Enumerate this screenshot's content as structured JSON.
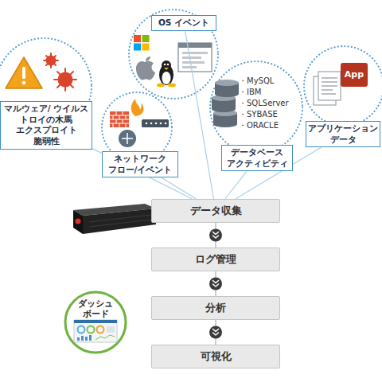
{
  "diagram": {
    "nodes": [
      {
        "text": [
          "マルウェア/ ウイルス トロイの木馬 エクスプロイト 脆弱性"
        ]
      },
      {
        "text": [
          "ネットワーク フロー/イベント"
        ]
      },
      {
        "text": [
          "OS イベント"
        ]
      },
      {
        "text": [
          "データベース アクティビティ"
        ]
      },
      {
        "text": [
          "アプリケーション データ"
        ]
      },
      {
        "text": [
          "データ収集"
        ]
      },
      {
        "text": [
          "ログ管理"
        ]
      },
      {
        "text": [
          "分析"
        ]
      },
      {
        "text": [
          "可視化"
        ]
      },
      {
        "text": [
          "ダッシュ ボード"
        ]
      }
    ],
    "edges": [
      {
        "from": 0,
        "to": 5,
        "arrow": "none"
      },
      {
        "from": 1,
        "to": 5,
        "arrow": "none"
      },
      {
        "from": 2,
        "to": 5,
        "arrow": "none"
      },
      {
        "from": 3,
        "to": 5,
        "arrow": "none"
      },
      {
        "from": 4,
        "to": 5,
        "arrow": "none"
      },
      {
        "from": 5,
        "to": 6,
        "arrow": "to"
      },
      {
        "from": 6,
        "to": 7,
        "arrow": "to"
      },
      {
        "from": 7,
        "to": 8,
        "arrow": "to"
      }
    ],
    "labels": [
      "・MySQL",
      "・IBM",
      "・SQLServer",
      "・SYBASE",
      "・ORACLE",
      "App"
    ]
  }
}
